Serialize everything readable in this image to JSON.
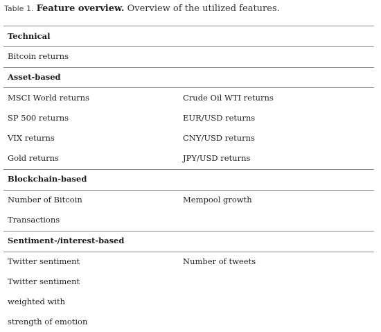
{
  "caption": {
    "prefix": "Table 1.",
    "title": "Feature overview.",
    "text": "Overview of the utilized features."
  },
  "sections": {
    "technical": {
      "heading": "Technical",
      "rows": [
        [
          "Bitcoin returns",
          ""
        ]
      ]
    },
    "asset_based": {
      "heading": "Asset-based",
      "rows": [
        [
          "MSCI World returns",
          "Crude Oil WTI returns"
        ],
        [
          "SP 500 returns",
          "EUR/USD returns"
        ],
        [
          "VIX returns",
          "CNY/USD returns"
        ],
        [
          "Gold returns",
          "JPY/USD returns"
        ]
      ]
    },
    "blockchain_based": {
      "heading": "Blockchain-based",
      "rows": [
        [
          "Number of Bitcoin",
          "Mempool growth"
        ],
        [
          "Transactions",
          ""
        ]
      ]
    },
    "sentiment_based": {
      "heading": "Sentiment-/interest-based",
      "rows": [
        [
          "Twitter sentiment",
          "Number of tweets"
        ],
        [
          "Twitter sentiment",
          ""
        ],
        [
          "weighted with",
          ""
        ],
        [
          "strength of emotion",
          ""
        ]
      ]
    }
  }
}
